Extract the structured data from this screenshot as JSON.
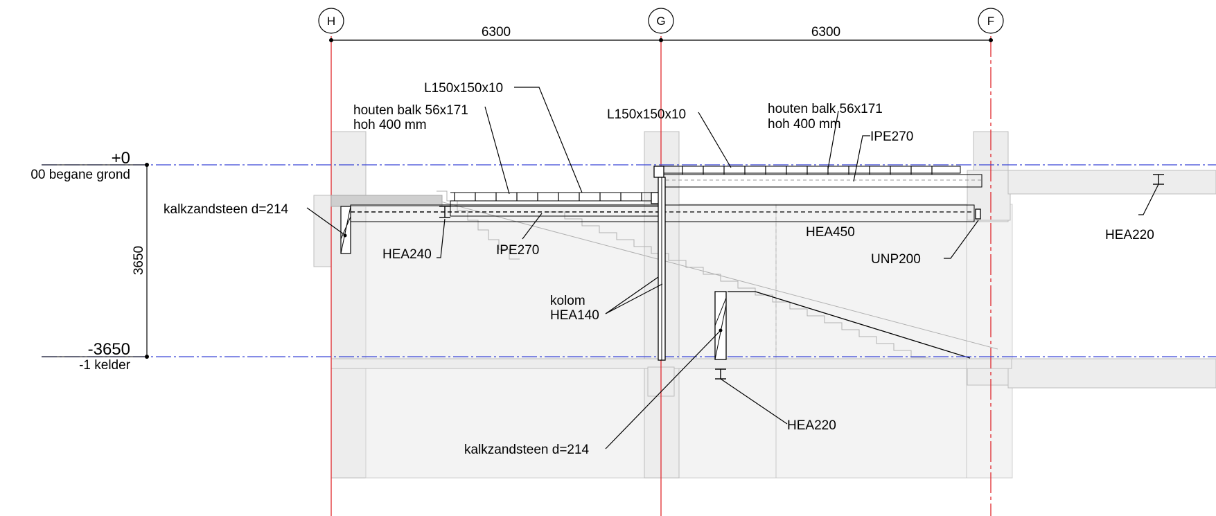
{
  "grid": {
    "axes": [
      {
        "id": "H",
        "label": "H"
      },
      {
        "id": "G",
        "label": "G"
      },
      {
        "id": "F",
        "label": "F"
      }
    ],
    "spacings": [
      "6300",
      "6300"
    ]
  },
  "levels": {
    "ground": {
      "value": "+0",
      "name": "00 begane grond"
    },
    "basement": {
      "value": "-3650",
      "name": "-1 kelder"
    },
    "height": "3650"
  },
  "labels": {
    "l150_left": "L150x150x10",
    "houten_left_1": "houten balk 56x171",
    "houten_left_2": "hoh 400 mm",
    "l150_right": "L150x150x10",
    "houten_right_1": "houten balk 56x171",
    "houten_right_2": "hoh 400 mm",
    "ipe270_right": "IPE270",
    "kalkzandsteen_top": "kalkzandsteen d=214",
    "hea240": "HEA240",
    "ipe270_left": "IPE270",
    "hea450": "HEA450",
    "hea220_right": "HEA220",
    "unp200": "UNP200",
    "kolom_1": "kolom",
    "kolom_2": "HEA140",
    "hea220_bottom": "HEA220",
    "kalkzandsteen_bottom": "kalkzandsteen d=214"
  },
  "colors": {
    "grid_line": "#e0282d",
    "level_line": "#3a46d6",
    "wall_fill": "#ededed"
  }
}
